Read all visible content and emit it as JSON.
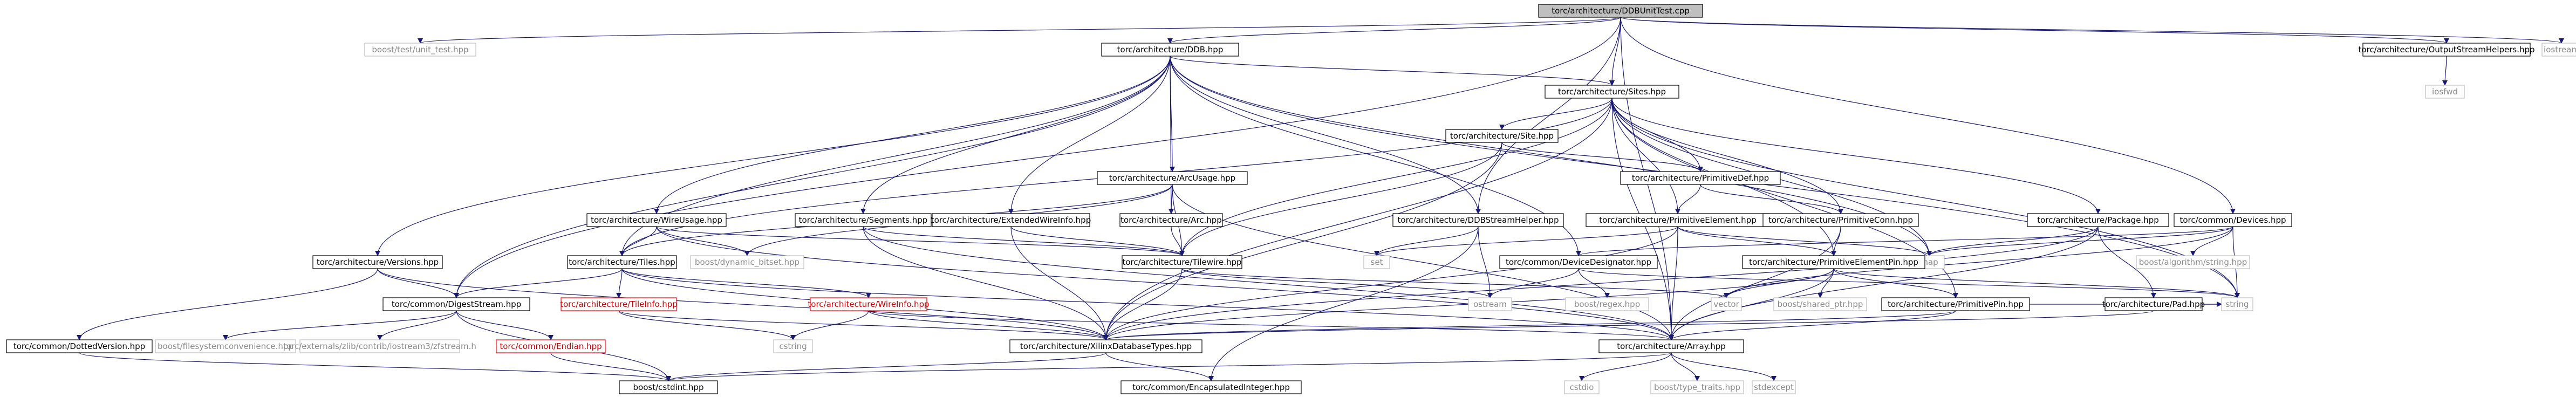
{
  "title": "torc/architecture/DDBUnitTest.cpp",
  "colors": {
    "edge": "#191970",
    "node_border": "#000000",
    "gray_node_border": "#bfbfbf",
    "gray_text": "#8a8a8a",
    "red_node_border": "#ff0000",
    "red_text": "#cc0000",
    "root_fill": "#bfbfbf"
  },
  "nodes": {
    "root": "torc/architecture/DDBUnitTest.cpp",
    "boost_unit_test": "boost/test/unit_test.hpp",
    "ddb": "torc/architecture/DDB.hpp",
    "output_helpers": "torc/architecture/OutputStreamHelpers.hpp",
    "iostream": "iostream",
    "iosfwd": "iosfwd",
    "sites": "torc/architecture/Sites.hpp",
    "site": "torc/architecture/Site.hpp",
    "primitive_def": "torc/architecture/PrimitiveDef.hpp",
    "arc_usage": "torc/architecture/ArcUsage.hpp",
    "arc": "torc/architecture/Arc.hpp",
    "wire_usage": "torc/architecture/WireUsage.hpp",
    "segments": "torc/architecture/Segments.hpp",
    "extended_wire_info": "torc/architecture/ExtendedWireInfo.hpp",
    "ddb_stream_helper": "torc/architecture/DDBStreamHelper.hpp",
    "primitive_element": "torc/architecture/PrimitiveElement.hpp",
    "primitive_conn": "torc/architecture/PrimitiveConn.hpp",
    "package": "torc/architecture/Package.hpp",
    "devices": "torc/common/Devices.hpp",
    "versions": "torc/architecture/Versions.hpp",
    "tiles": "torc/architecture/Tiles.hpp",
    "dynamic_bitset": "boost/dynamic_bitset.hpp",
    "tilewire": "torc/architecture/Tilewire.hpp",
    "device_designator": "torc/common/DeviceDesignator.hpp",
    "set": "set",
    "map": "map",
    "primitive_element_pin": "torc/architecture/PrimitiveElementPin.hpp",
    "algorithm_string": "boost/algorithm/string.hpp",
    "digest_stream": "torc/common/DigestStream.hpp",
    "tile_info": "torc/architecture/TileInfo.hpp",
    "wire_info": "torc/architecture/WireInfo.hpp",
    "ostream": "ostream",
    "boost_regex": "boost/regex.hpp",
    "vector": "vector",
    "shared_ptr": "boost/shared_ptr.hpp",
    "primitive_pin": "torc/architecture/PrimitivePin.hpp",
    "pad": "torc/architecture/Pad.hpp",
    "string": "string",
    "dotted_version": "torc/common/DottedVersion.hpp",
    "filesystem_convenience": "boost/filesystemconvenience.hpp",
    "zfstream": "torc/externals/zlib/contrib/iostream3/zfstream.h",
    "endian": "torc/common/Endian.hpp",
    "cstring": "cstring",
    "xilinx_database_types": "torc/architecture/XilinxDatabaseTypes.hpp",
    "array": "torc/architecture/Array.hpp",
    "cstdint": "boost/cstdint.hpp",
    "encapsulated_integer": "torc/common/EncapsulatedInteger.hpp",
    "cstdio": "cstdio",
    "type_traits": "boost/type_traits.hpp",
    "stdexcept": "stdexcept"
  }
}
